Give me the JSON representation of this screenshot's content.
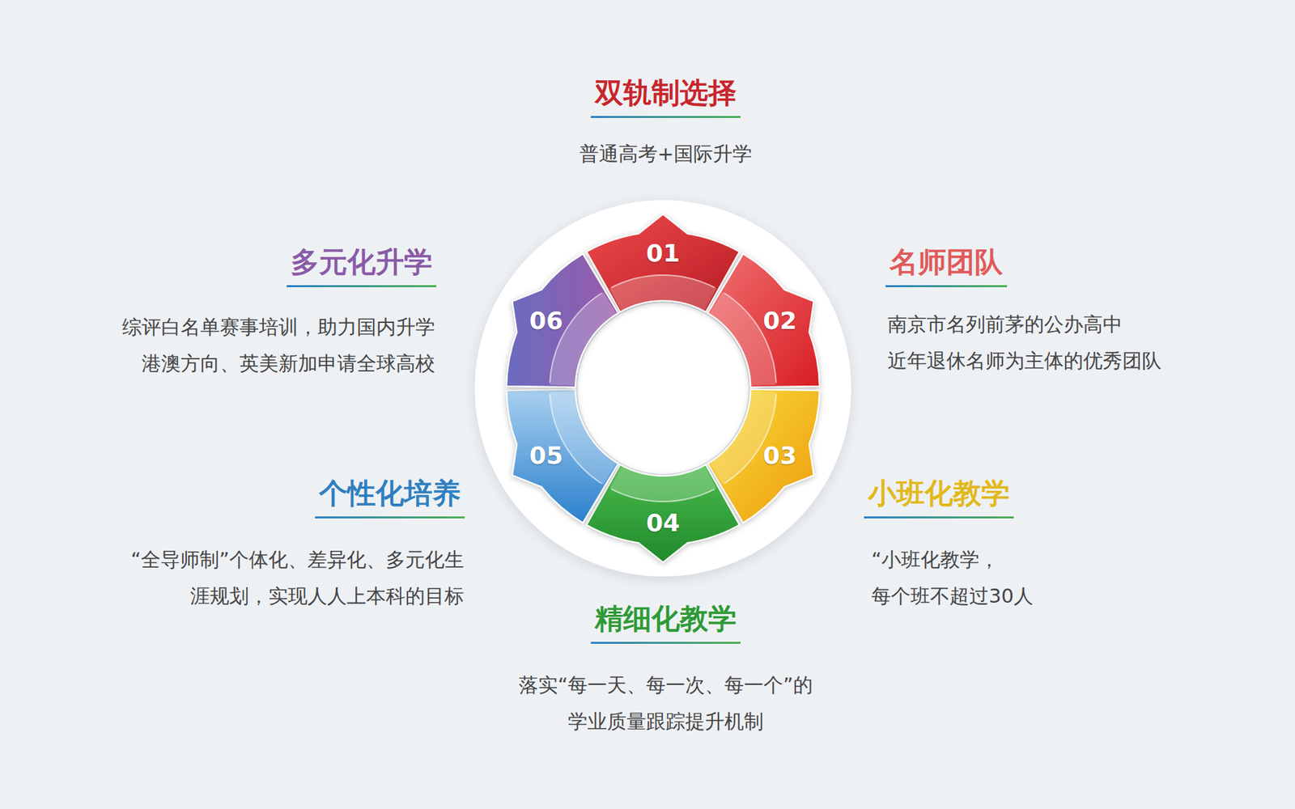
{
  "diagram": {
    "nodes": [
      {
        "text": [
          "01"
        ]
      },
      {
        "text": [
          "02"
        ]
      },
      {
        "text": [
          "03"
        ]
      },
      {
        "text": [
          "04"
        ]
      },
      {
        "text": [
          "05"
        ]
      },
      {
        "text": [
          "06"
        ]
      }
    ],
    "labels": [
      "双轨制选择",
      "普通高考+国际升学",
      "多元化升学",
      "综评白名单赛事培训，助力国内升学 港澳方向、英美新加申请全球高校",
      "名师团队",
      "南京市名列前茅的公办高中 近年退休名师为主体的优秀团队",
      "个性化培养",
      "“全导师制”个体化、差异化、多元化生 涯规划，实现人人上本科的目标",
      "小班化教学",
      "“小班化教学， 每个班不超过30人",
      "精细化教学",
      "落实“每一天、每一次、每一个”的 学业质量跟踪提升机制"
    ]
  }
}
